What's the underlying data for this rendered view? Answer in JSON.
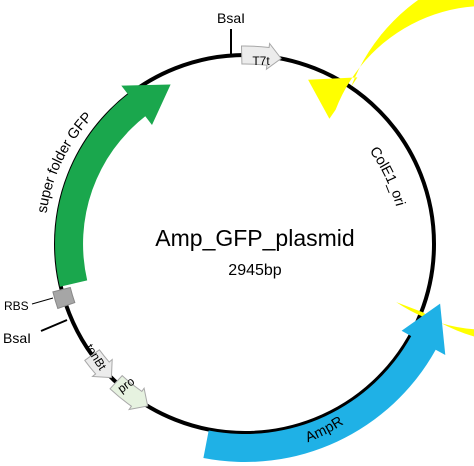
{
  "plasmid": {
    "name": "Amp_GFP_plasmid",
    "length": "2945bp"
  },
  "features": [
    {
      "id": "ampr",
      "label": "AmpR",
      "color": "#1fb1e6"
    },
    {
      "id": "gfp",
      "label": "super folder GFP",
      "color": "#1aa74d"
    },
    {
      "id": "colE1",
      "label": "ColE1_ori",
      "color": "#ffff00"
    },
    {
      "id": "t7t",
      "label": "T7t",
      "color": "#ececec"
    },
    {
      "id": "tonbt",
      "label": "tonBt",
      "color": "#ececec"
    },
    {
      "id": "pro",
      "label": "pro",
      "color": "#e6f2e0"
    },
    {
      "id": "rbs",
      "label": "RBS",
      "color": "#a6a6a6"
    }
  ],
  "sites": [
    {
      "id": "bsai_top",
      "label": "BsaI"
    },
    {
      "id": "bsai_left",
      "label": "BsaI"
    }
  ],
  "colors": {
    "backbone": "#000000",
    "small_feature_stroke": "#a8a8a8"
  }
}
